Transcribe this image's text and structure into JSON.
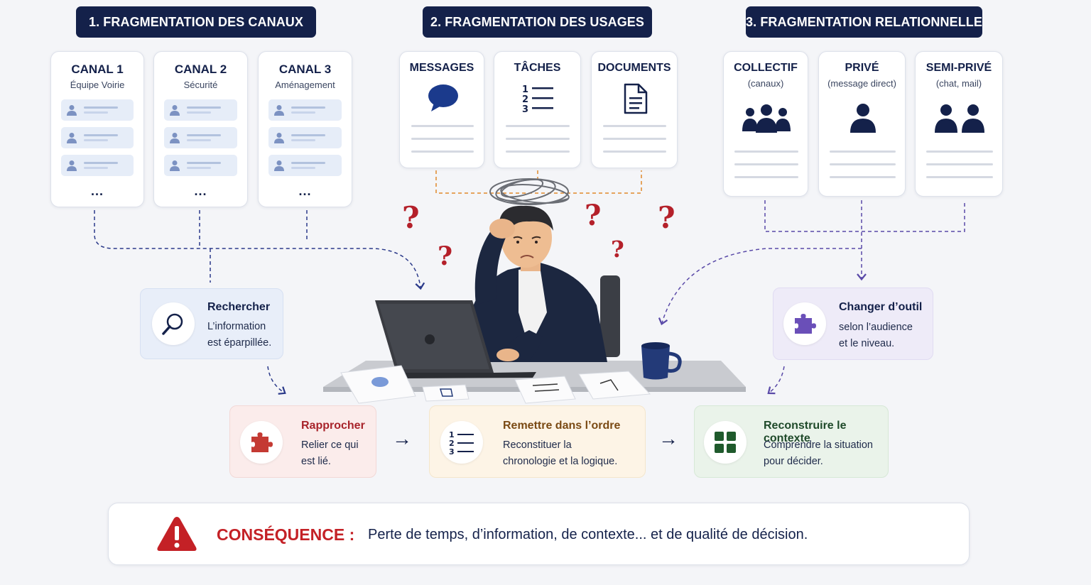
{
  "sections": [
    {
      "title": "1. FRAGMENTATION DES CANAUX"
    },
    {
      "title": "2. FRAGMENTATION DES USAGES"
    },
    {
      "title": "3. FRAGMENTATION RELATIONNELLE"
    }
  ],
  "channels": [
    {
      "title": "CANAL 1",
      "sub": "Équipe Voirie",
      "more": "..."
    },
    {
      "title": "CANAL 2",
      "sub": "Sécurité",
      "more": "..."
    },
    {
      "title": "CANAL 3",
      "sub": "Aménagement",
      "more": "..."
    }
  ],
  "usages": [
    {
      "title": "MESSAGES",
      "icon": "speech-bubble-icon"
    },
    {
      "title": "TÂCHES",
      "icon": "numbered-list-icon"
    },
    {
      "title": "DOCUMENTS",
      "icon": "document-icon"
    }
  ],
  "relations": [
    {
      "title": "COLLECTIF",
      "sub": "(canaux)",
      "icon": "group-icon"
    },
    {
      "title": "PRIVÉ",
      "sub": "(message direct)",
      "icon": "person-icon"
    },
    {
      "title": "SEMI-PRIVÉ",
      "sub": "(chat, mail)",
      "icon": "two-people-icon"
    }
  ],
  "search_box": {
    "title": "Rechercher",
    "line1": "L’information",
    "line2": "est éparpillée."
  },
  "change_box": {
    "title": "Changer d’outil",
    "line1": "selon l’audience",
    "line2": "et le niveau."
  },
  "steps": [
    {
      "title": "Rapprocher",
      "line1": "Relier ce qui",
      "line2": "est lié.",
      "color": "#a8242b"
    },
    {
      "title": "Remettre dans l’ordre",
      "line1": "Reconstituer la",
      "line2": "chronologie et la logique.",
      "color": "#7a4a14"
    },
    {
      "title": "Reconstruire le contexte",
      "line1": "Comprendre la situation",
      "line2": "pour décider.",
      "color": "#1f4a2a"
    }
  ],
  "step_arrow": "→",
  "question_mark": "?",
  "consequence": {
    "label": "CONSÉQUENCE :",
    "text": "Perte de temps, d’information, de contexte... et de qualité de décision.",
    "icon": "warning-icon"
  },
  "colors": {
    "navy": "#14214a",
    "red": "#c42126",
    "search_bg": "#e8eef9",
    "change_bg": "#eeebf8",
    "step1_bg": "#fbeceb",
    "step2_bg": "#fdf4e6",
    "step3_bg": "#eaf3ea"
  }
}
